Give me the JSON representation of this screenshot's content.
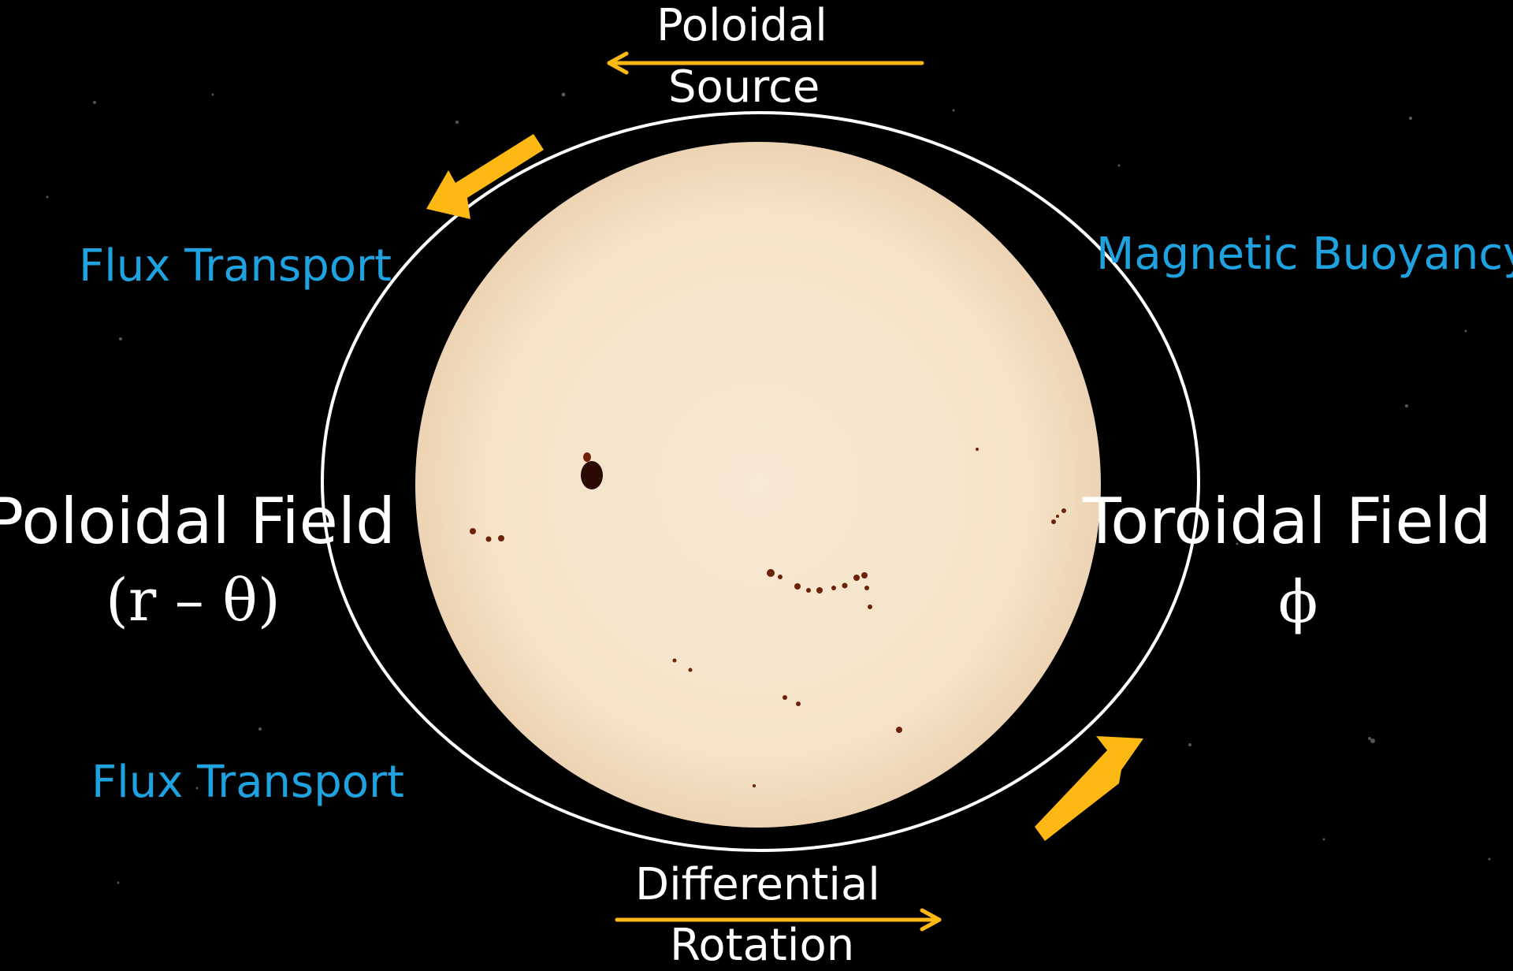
{
  "labels": {
    "poloidal_source_line1": "Poloidal",
    "poloidal_source_line2": "Source",
    "flux_transport_top": "Flux Transport",
    "flux_transport_bottom": "Flux Transport",
    "magnetic_buoyancy": "Magnetic Buoyancy",
    "poloidal_field": "Poloidal Field",
    "poloidal_field_coords": "(r – θ)",
    "toroidal_field": "Toroidal Field",
    "toroidal_field_coord": "ϕ",
    "differential_rotation_line1": "Differential",
    "differential_rotation_line2": "Rotation"
  },
  "colors": {
    "background": "#000000",
    "label_white": "#ffffff",
    "label_blue": "#1ea3e0",
    "arrow_orange": "#fdb813",
    "sun_disk": "#f7e6cf",
    "orbit_ring": "#ffffff",
    "sunspot": "#5a1a05"
  },
  "icons": {
    "sun": "sun-disk-image",
    "cycle": "ellipse-cycle",
    "direction": "orange-arrow"
  }
}
